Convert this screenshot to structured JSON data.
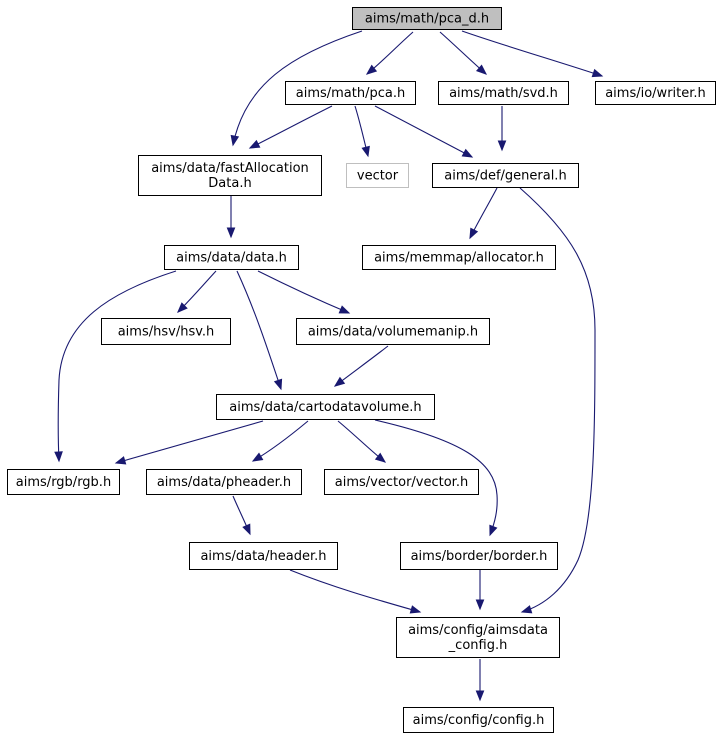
{
  "graph": {
    "nodes": [
      {
        "id": "pca_d",
        "lines": [
          "aims/math/pca_d.h"
        ],
        "style": "root"
      },
      {
        "id": "pca",
        "lines": [
          "aims/math/pca.h"
        ],
        "style": "normal"
      },
      {
        "id": "svd",
        "lines": [
          "aims/math/svd.h"
        ],
        "style": "normal"
      },
      {
        "id": "writer",
        "lines": [
          "aims/io/writer.h"
        ],
        "style": "normal"
      },
      {
        "id": "fastalloc",
        "lines": [
          "aims/data/fastAllocation",
          "Data.h"
        ],
        "style": "normal"
      },
      {
        "id": "vector_std",
        "lines": [
          "vector"
        ],
        "style": "external"
      },
      {
        "id": "general",
        "lines": [
          "aims/def/general.h"
        ],
        "style": "normal"
      },
      {
        "id": "data",
        "lines": [
          "aims/data/data.h"
        ],
        "style": "normal"
      },
      {
        "id": "allocator",
        "lines": [
          "aims/memmap/allocator.h"
        ],
        "style": "normal"
      },
      {
        "id": "hsv",
        "lines": [
          "aims/hsv/hsv.h"
        ],
        "style": "normal"
      },
      {
        "id": "volumemanip",
        "lines": [
          "aims/data/volumemanip.h"
        ],
        "style": "normal"
      },
      {
        "id": "cartodatavolume",
        "lines": [
          "aims/data/cartodatavolume.h"
        ],
        "style": "normal"
      },
      {
        "id": "rgb",
        "lines": [
          "aims/rgb/rgb.h"
        ],
        "style": "normal"
      },
      {
        "id": "pheader",
        "lines": [
          "aims/data/pheader.h"
        ],
        "style": "normal"
      },
      {
        "id": "vector_h",
        "lines": [
          "aims/vector/vector.h"
        ],
        "style": "normal"
      },
      {
        "id": "header",
        "lines": [
          "aims/data/header.h"
        ],
        "style": "normal"
      },
      {
        "id": "border",
        "lines": [
          "aims/border/border.h"
        ],
        "style": "normal"
      },
      {
        "id": "aimsdata_config",
        "lines": [
          "aims/config/aimsdata",
          "_config.h"
        ],
        "style": "normal"
      },
      {
        "id": "config",
        "lines": [
          "aims/config/config.h"
        ],
        "style": "normal"
      }
    ],
    "edges": [
      {
        "from": "pca_d",
        "to": "fastalloc"
      },
      {
        "from": "pca_d",
        "to": "pca"
      },
      {
        "from": "pca_d",
        "to": "svd"
      },
      {
        "from": "pca_d",
        "to": "writer"
      },
      {
        "from": "pca",
        "to": "fastalloc"
      },
      {
        "from": "pca",
        "to": "vector_std"
      },
      {
        "from": "pca",
        "to": "general"
      },
      {
        "from": "svd",
        "to": "general"
      },
      {
        "from": "fastalloc",
        "to": "data"
      },
      {
        "from": "general",
        "to": "allocator"
      },
      {
        "from": "general",
        "to": "aimsdata_config"
      },
      {
        "from": "data",
        "to": "rgb"
      },
      {
        "from": "data",
        "to": "hsv"
      },
      {
        "from": "data",
        "to": "volumemanip"
      },
      {
        "from": "data",
        "to": "cartodatavolume"
      },
      {
        "from": "volumemanip",
        "to": "cartodatavolume"
      },
      {
        "from": "cartodatavolume",
        "to": "rgb"
      },
      {
        "from": "cartodatavolume",
        "to": "pheader"
      },
      {
        "from": "cartodatavolume",
        "to": "vector_h"
      },
      {
        "from": "cartodatavolume",
        "to": "border"
      },
      {
        "from": "pheader",
        "to": "header"
      },
      {
        "from": "header",
        "to": "aimsdata_config"
      },
      {
        "from": "border",
        "to": "aimsdata_config"
      },
      {
        "from": "aimsdata_config",
        "to": "config"
      }
    ],
    "colors": {
      "edge": "#191970",
      "root_fill": "#bfbfbf",
      "node_border": "#000000",
      "external_border": "#bfbfbf"
    }
  }
}
